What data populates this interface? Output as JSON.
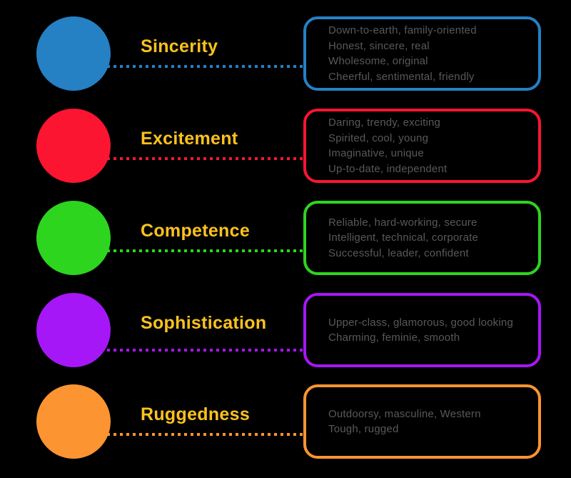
{
  "diagram": {
    "kind": "brand-personality-dimensions",
    "colors": {
      "background": "#000000",
      "label_text": "#FCC21D",
      "trait_text": "#58595B"
    },
    "rows": [
      {
        "label": "Sincerity",
        "color": "#2580C4",
        "traits": [
          "Down-to-earth, family-oriented",
          "Honest, sincere, real",
          "Wholesome, original",
          "Cheerful, sentimental, friendly"
        ]
      },
      {
        "label": "Excitement",
        "color": "#FB1531",
        "traits": [
          "Daring, trendy, exciting",
          "Spirited, cool, young",
          "Imaginative, unique",
          "Up-to-date, independent"
        ]
      },
      {
        "label": "Competence",
        "color": "#2DD51F",
        "traits": [
          "Reliable, hard-working, secure",
          "Intelligent, technical, corporate",
          "Successful, leader, confident"
        ]
      },
      {
        "label": "Sophistication",
        "color": "#A617F7",
        "traits": [
          "Upper-class, glamorous, good looking",
          "Charming, feminie, smooth"
        ]
      },
      {
        "label": "Ruggedness",
        "color": "#FC9432",
        "traits": [
          "Outdoorsy, masculine, Western",
          "Tough, rugged"
        ]
      }
    ]
  }
}
